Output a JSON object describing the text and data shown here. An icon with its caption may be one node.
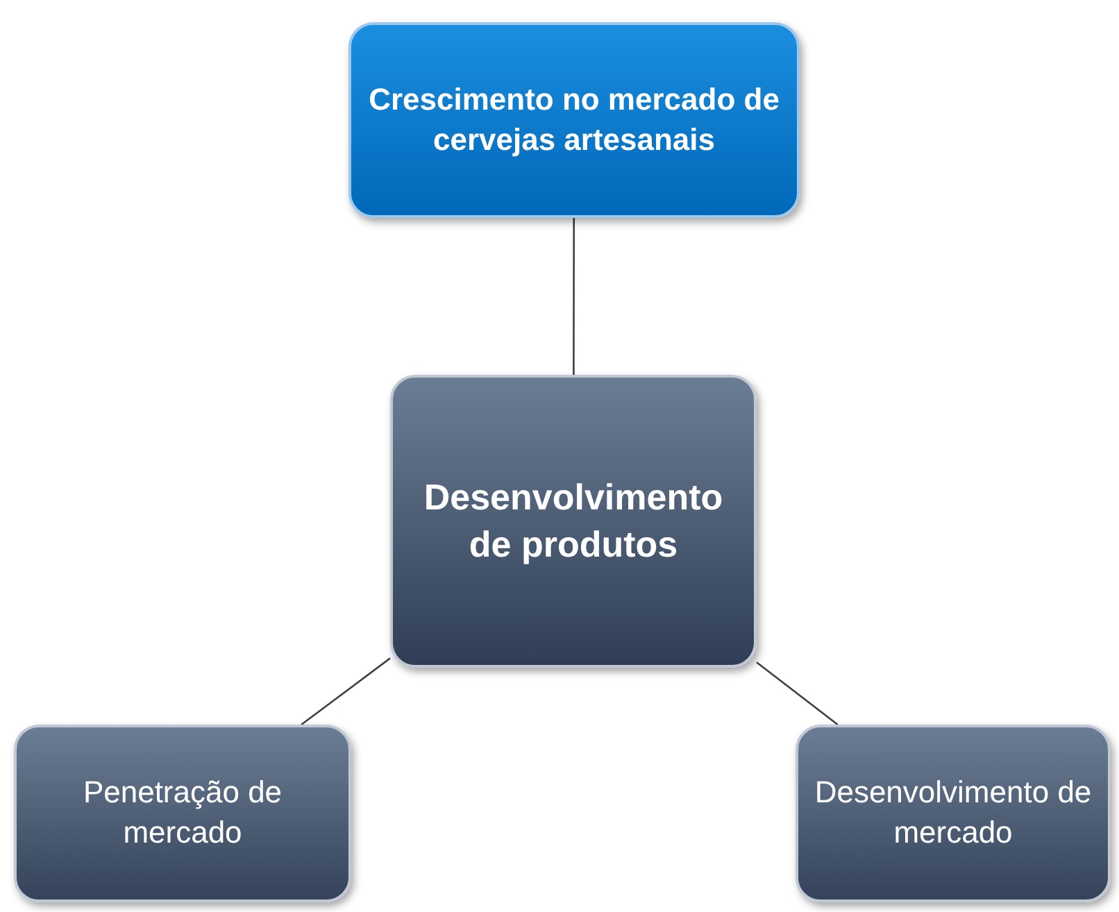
{
  "diagram": {
    "nodes": [
      {
        "text": [
          "Crescimento no mercado de cervejas artesanais"
        ]
      },
      {
        "text": [
          "Desenvolvimento de produtos"
        ]
      },
      {
        "text": [
          "Penetração de mercado"
        ]
      },
      {
        "text": [
          "Desenvolvimento de mercado"
        ]
      }
    ],
    "edges": [
      {
        "from": 0,
        "to": 1,
        "arrow": "none"
      },
      {
        "from": 1,
        "to": 2,
        "arrow": "none"
      },
      {
        "from": 1,
        "to": 3,
        "arrow": "none"
      }
    ]
  }
}
